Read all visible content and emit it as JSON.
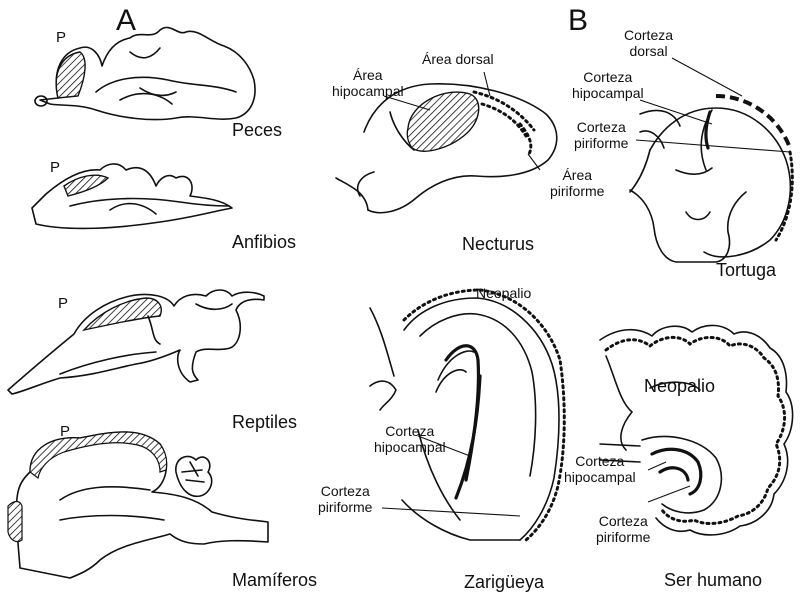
{
  "panels": {
    "a": {
      "letter": "A",
      "marker": "P",
      "species": [
        "Peces",
        "Anfibios",
        "Reptiles",
        "Mamíferos"
      ]
    },
    "b": {
      "letter": "B"
    }
  },
  "necturus": {
    "name": "Necturus",
    "hippocampal_area": [
      "Área",
      "hipocampal"
    ],
    "dorsal_area": "Área dorsal",
    "piriform_area": [
      "Área",
      "piriforme"
    ]
  },
  "tortuga": {
    "name": "Tortuga",
    "dorsal_cortex": [
      "Corteza",
      "dorsal"
    ],
    "hippocampal_cortex": [
      "Corteza",
      "hipocampal"
    ],
    "piriform_cortex": [
      "Corteza",
      "piriforme"
    ]
  },
  "zariguey": {
    "name": "Zarigüeya",
    "neopallium": "Neopalio",
    "hippocampal_cortex": [
      "Corteza",
      "hipocampal"
    ],
    "piriform_cortex": [
      "Corteza",
      "piriforme"
    ]
  },
  "human": {
    "name": "Ser humano",
    "neopallium": "Neopalio",
    "hippocampal_cortex": [
      "Corteza",
      "hipocampal"
    ],
    "piriform_cortex": [
      "Corteza",
      "piriforme"
    ]
  }
}
